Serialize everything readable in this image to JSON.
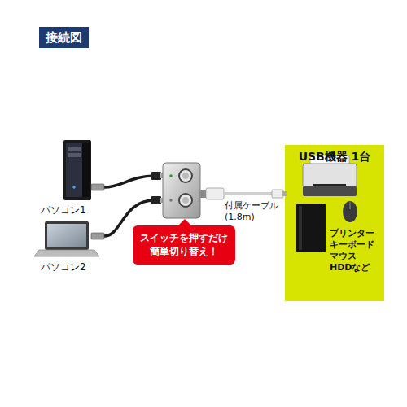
{
  "diagram": {
    "title": "接続図",
    "nodes": [
      {
        "text": [
          "パソコン1"
        ]
      },
      {
        "text": [
          "パソコン2"
        ]
      },
      {
        "text": [
          "スイッチを押すだけ 簡単切り替え！"
        ]
      },
      {
        "text": [
          "USB機器 1台",
          "プリンター キーボード マウス HDDなど"
        ]
      }
    ],
    "labels": [
      "付属ケーブル (1.8m)"
    ]
  }
}
